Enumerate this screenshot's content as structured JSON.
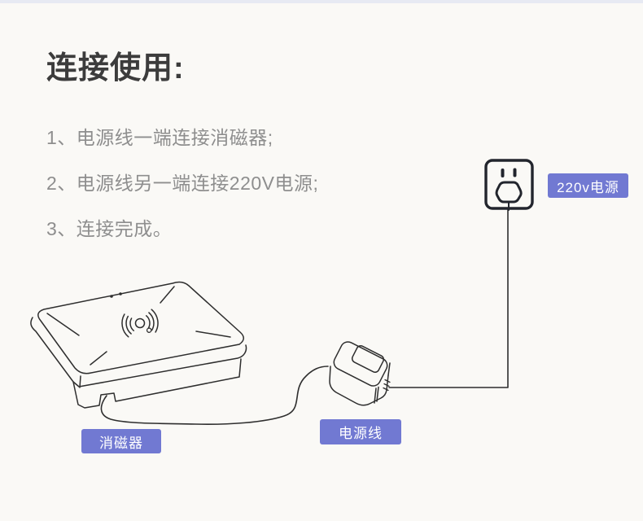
{
  "title": "连接使用:",
  "steps": [
    "1、电源线一端连接消磁器;",
    "2、电源线另一端连接220V电源;",
    "3、连接完成。"
  ],
  "labels": {
    "outlet": "220v电源",
    "cable": "电源线",
    "device": "消磁器"
  },
  "colors": {
    "background": "#faf9f6",
    "top_strip": "#e7eaf3",
    "badge_bg": "#7179d2",
    "badge_text": "#ffffff",
    "title_text": "#3c3c3c",
    "step_text": "#8e8e8e",
    "line_art": "#2e2e2e",
    "outlet_stroke": "#22252d"
  }
}
